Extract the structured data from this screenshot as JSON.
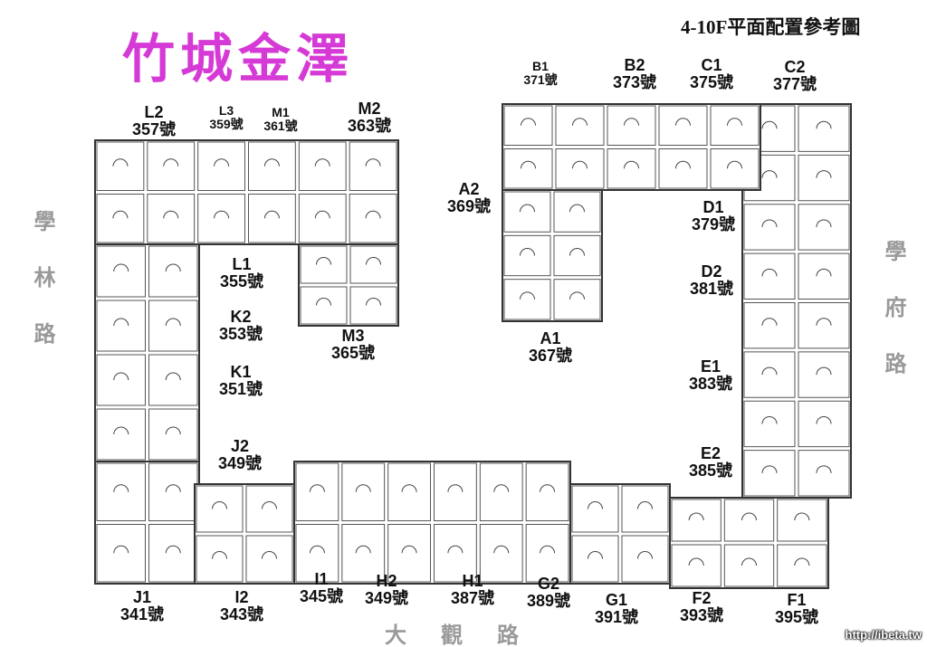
{
  "title": "竹城金澤",
  "subtitle": "4-10F平面配置參考圖",
  "roads": {
    "left": "學林路",
    "right": "學府路",
    "bottom": "大觀路"
  },
  "watermark": "http://ibeta.tw",
  "units": [
    {
      "code": "L2",
      "num": "357號"
    },
    {
      "code": "L3",
      "num": "359號"
    },
    {
      "code": "M1",
      "num": "361號"
    },
    {
      "code": "M2",
      "num": "363號"
    },
    {
      "code": "B1",
      "num": "371號"
    },
    {
      "code": "B2",
      "num": "373號"
    },
    {
      "code": "C1",
      "num": "375號"
    },
    {
      "code": "C2",
      "num": "377號"
    },
    {
      "code": "A2",
      "num": "369號"
    },
    {
      "code": "D1",
      "num": "379號"
    },
    {
      "code": "D2",
      "num": "381號"
    },
    {
      "code": "L1",
      "num": "355號"
    },
    {
      "code": "K2",
      "num": "353號"
    },
    {
      "code": "K1",
      "num": "351號"
    },
    {
      "code": "M3",
      "num": "365號"
    },
    {
      "code": "A1",
      "num": "367號"
    },
    {
      "code": "E1",
      "num": "383號"
    },
    {
      "code": "J2",
      "num": "349號"
    },
    {
      "code": "E2",
      "num": "385號"
    },
    {
      "code": "J1",
      "num": "341號"
    },
    {
      "code": "I2",
      "num": "343號"
    },
    {
      "code": "I1",
      "num": "345號"
    },
    {
      "code": "H2",
      "num": "349號"
    },
    {
      "code": "H1",
      "num": "387號"
    },
    {
      "code": "G2",
      "num": "389號"
    },
    {
      "code": "G1",
      "num": "391號"
    },
    {
      "code": "F2",
      "num": "393號"
    },
    {
      "code": "F1",
      "num": "395號"
    }
  ]
}
